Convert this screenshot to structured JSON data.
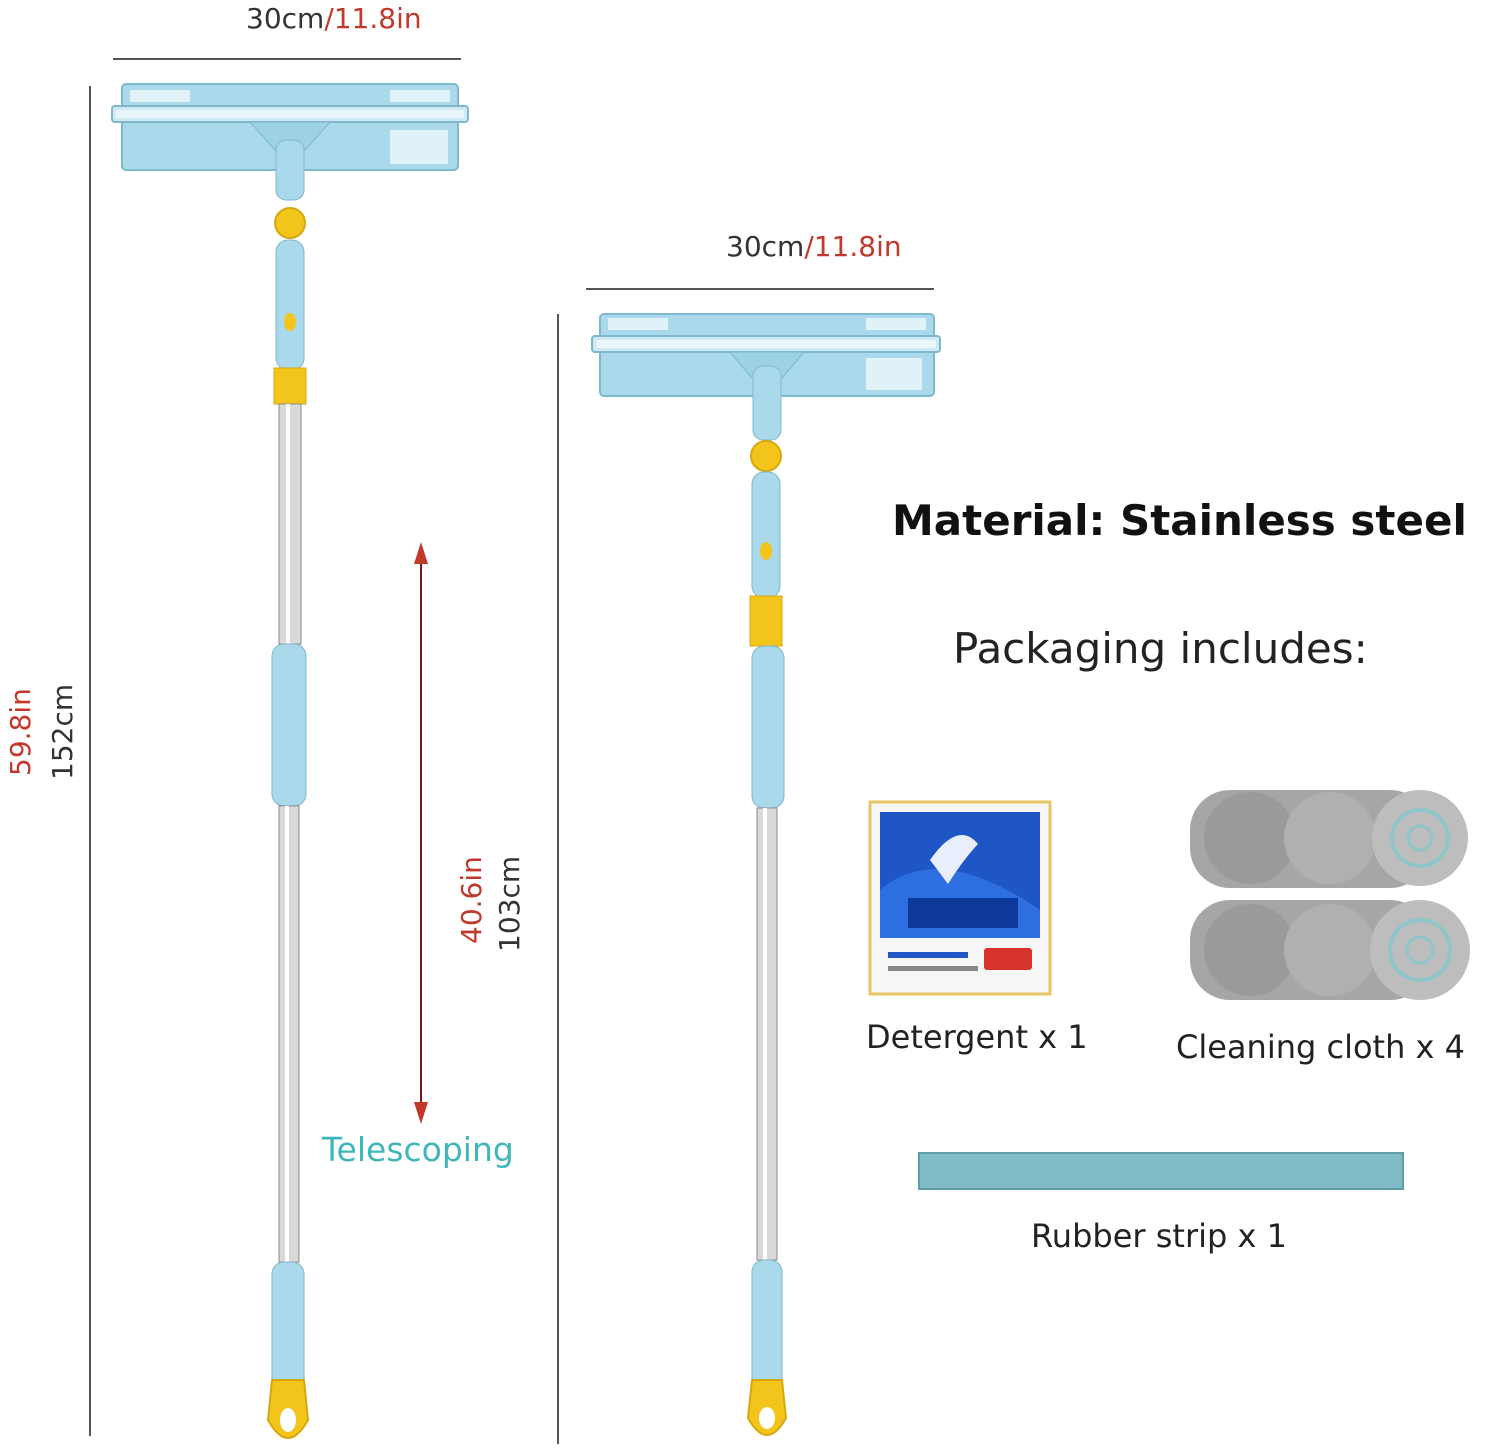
{
  "mop_large": {
    "width_cm": "30cm",
    "width_in": "/11.8in",
    "height_in": "59.8in",
    "height_cm": "152cm"
  },
  "mop_small": {
    "width_cm": "30cm",
    "width_in": "/11.8in"
  },
  "telescoping": {
    "range_in": "40.6in",
    "range_cm": "103cm",
    "label": "Telescoping"
  },
  "material": "Material: Stainless steel",
  "packaging_title": "Packaging includes:",
  "items": {
    "detergent": "Detergent x 1",
    "cloth": "Cleaning cloth x 4",
    "rubber_strip": "Rubber strip x 1"
  },
  "colors": {
    "head_blue": "#a9d9ea",
    "yellow": "#f3c51b",
    "dimension_red": "#c0392b",
    "telescoping_teal": "#3fb6b8",
    "rubber_strip": "#7fbcc6"
  }
}
